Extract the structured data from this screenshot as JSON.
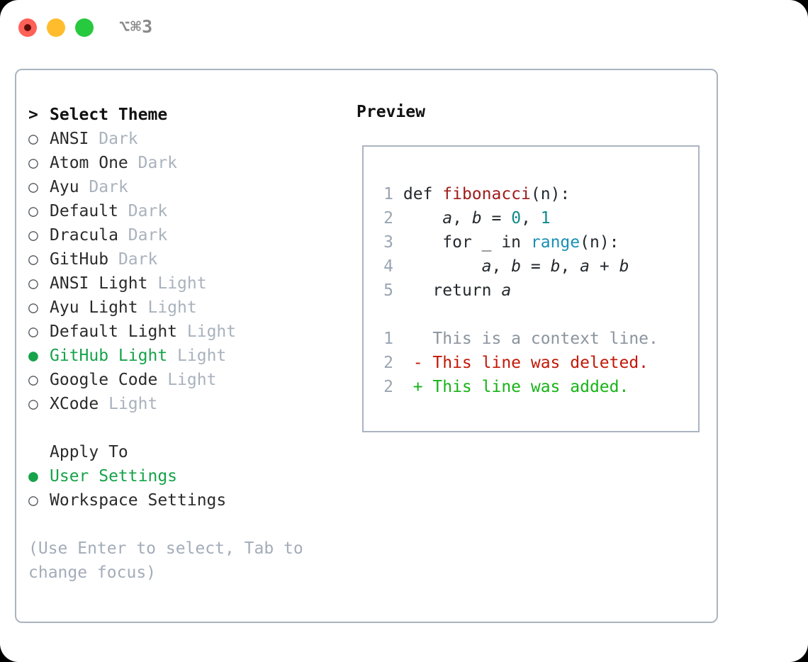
{
  "window": {
    "titlebar": {
      "shortcut": "⌥⌘3",
      "buttons": [
        {
          "name": "close",
          "color": "#FF6057"
        },
        {
          "name": "minimize",
          "color": "#FFBD2E"
        },
        {
          "name": "maximize",
          "color": "#27C93F"
        }
      ]
    }
  },
  "theme_list": {
    "header": "Select Theme",
    "header_prefix": "> ",
    "items": [
      {
        "label": "ANSI",
        "tag": "Dark",
        "selected": false
      },
      {
        "label": "Atom One",
        "tag": "Dark",
        "selected": false
      },
      {
        "label": "Ayu",
        "tag": "Dark",
        "selected": false
      },
      {
        "label": "Default",
        "tag": "Dark",
        "selected": false
      },
      {
        "label": "Dracula",
        "tag": "Dark",
        "selected": false
      },
      {
        "label": "GitHub",
        "tag": "Dark",
        "selected": false
      },
      {
        "label": "ANSI Light",
        "tag": "Light",
        "selected": false
      },
      {
        "label": "Ayu Light",
        "tag": "Light",
        "selected": false
      },
      {
        "label": "Default Light",
        "tag": "Light",
        "selected": false
      },
      {
        "label": "GitHub Light",
        "tag": "Light",
        "selected": true
      },
      {
        "label": "Google Code",
        "tag": "Light",
        "selected": false
      },
      {
        "label": "XCode",
        "tag": "Light",
        "selected": false
      }
    ],
    "bullet_selected": "●",
    "bullet_unselected": "○"
  },
  "apply_to": {
    "header": "Apply To",
    "items": [
      {
        "label": "User Settings",
        "selected": true
      },
      {
        "label": "Workspace Settings",
        "selected": false
      }
    ]
  },
  "hint": "(Use Enter to select, Tab to change focus)",
  "preview": {
    "title": "Preview",
    "code_lines": [
      {
        "num": "1",
        "tokens": [
          {
            "t": "def ",
            "c": "k-plain"
          },
          {
            "t": "fibonacci",
            "c": "k-func"
          },
          {
            "t": "(n):",
            "c": "k-plain"
          }
        ]
      },
      {
        "num": "2",
        "tokens": [
          {
            "t": "    ",
            "c": "k-plain"
          },
          {
            "t": "a",
            "c": "k-var"
          },
          {
            "t": ", ",
            "c": "k-plain"
          },
          {
            "t": "b",
            "c": "k-var"
          },
          {
            "t": " = ",
            "c": "k-plain"
          },
          {
            "t": "0",
            "c": "k-num"
          },
          {
            "t": ", ",
            "c": "k-plain"
          },
          {
            "t": "1",
            "c": "k-num"
          }
        ]
      },
      {
        "num": "3",
        "tokens": [
          {
            "t": "    for _ in ",
            "c": "k-plain"
          },
          {
            "t": "range",
            "c": "k-call"
          },
          {
            "t": "(n):",
            "c": "k-plain"
          }
        ]
      },
      {
        "num": "4",
        "tokens": [
          {
            "t": "        ",
            "c": "k-plain"
          },
          {
            "t": "a",
            "c": "k-var"
          },
          {
            "t": ", ",
            "c": "k-plain"
          },
          {
            "t": "b",
            "c": "k-var"
          },
          {
            "t": " = ",
            "c": "k-plain"
          },
          {
            "t": "b",
            "c": "k-var"
          },
          {
            "t": ", ",
            "c": "k-plain"
          },
          {
            "t": "a",
            "c": "k-var"
          },
          {
            "t": " + ",
            "c": "k-plain"
          },
          {
            "t": "b",
            "c": "k-var"
          }
        ]
      },
      {
        "num": "5",
        "tokens": [
          {
            "t": "   return ",
            "c": "k-plain"
          },
          {
            "t": "a",
            "c": "k-var"
          }
        ]
      }
    ],
    "diff_lines": [
      {
        "num": "1",
        "sign": "  ",
        "text": "This is a context line.",
        "cls": "d-ctx"
      },
      {
        "num": "2",
        "sign": "- ",
        "text": "This line was deleted.",
        "cls": "d-del"
      },
      {
        "num": "2",
        "sign": "+ ",
        "text": "This line was added.",
        "cls": "d-add"
      }
    ]
  }
}
